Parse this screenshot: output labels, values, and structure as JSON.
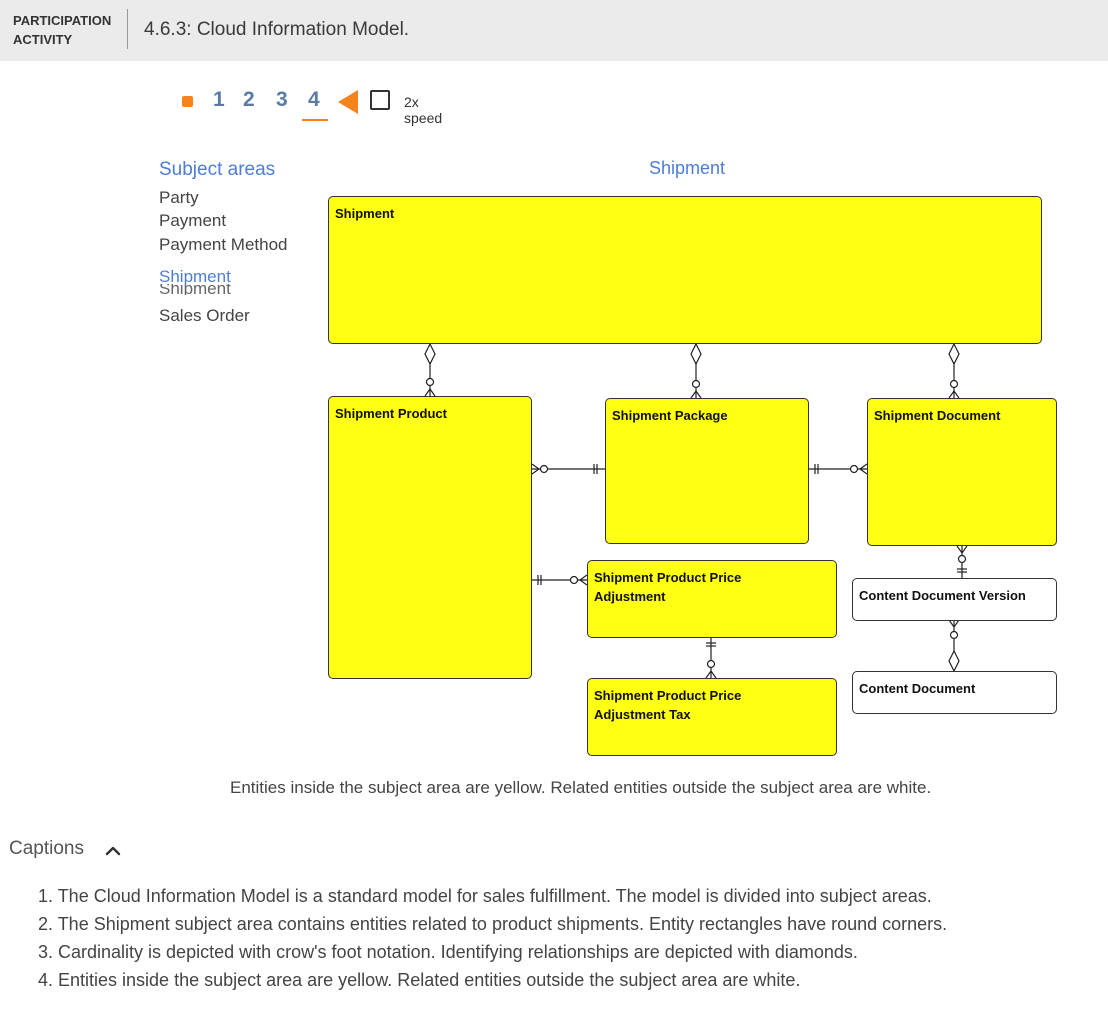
{
  "header": {
    "activity_label": "PARTICIPATION ACTIVITY",
    "title": "4.6.3: Cloud Information Model."
  },
  "controls": {
    "steps": [
      "1",
      "2",
      "3",
      "4"
    ],
    "active_step": "4",
    "speed_label": "2x speed"
  },
  "subject_areas": {
    "title": "Subject areas",
    "items": [
      "Party",
      "Payment",
      "Payment Method",
      "Shipment",
      "Sales Order"
    ],
    "active": "Shipment",
    "ghost": "Shipment"
  },
  "diagram": {
    "title": "Shipment",
    "entities": {
      "shipment": "Shipment",
      "shipment_product": "Shipment Product",
      "shipment_package": "Shipment Package",
      "shipment_document": "Shipment Document",
      "shipment_product_price_adjustment": "Shipment Product Price Adjustment",
      "content_document_version": "Content Document Version",
      "shipment_product_price_adjustment_tax": "Shipment Product Price Adjustment Tax",
      "content_document": "Content Document"
    },
    "caption": "Entities inside the subject area are yellow. Related entities outside the subject area are white."
  },
  "captions": {
    "toggle_label": "Captions",
    "items": [
      "1. The Cloud Information Model is a standard model for sales fulfillment. The model is divided into subject areas.",
      "2. The Shipment subject area contains entities related to product shipments. Entity rectangles have round corners.",
      "3. Cardinality is depicted with crow's foot notation. Identifying relationships are depicted with diamonds.",
      "4. Entities inside the subject area are yellow. Related entities outside the subject area are white."
    ]
  },
  "colors": {
    "accent": "#f5841f",
    "step_blue": "#5b7aa8",
    "link_blue": "#4d7dd6",
    "entity_inside": "#ffff14",
    "entity_outside": "#ffffff"
  }
}
